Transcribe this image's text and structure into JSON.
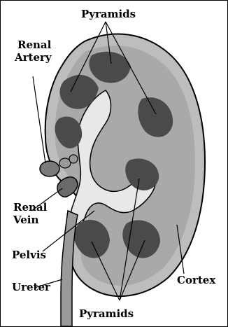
{
  "labels": {
    "pyramids_top": "Pyramids",
    "renal_artery_line1": "Renal",
    "renal_artery_line2": "Artery",
    "renal_vein_line1": "Renal",
    "renal_vein_line2": "Vein",
    "pelvis": "Pelvis",
    "ureter": "Ureter",
    "cortex": "Cortex",
    "pyramids_bottom": "Pyramids"
  },
  "colors": {
    "ink": "#000000",
    "cortex": "#bdbdbd",
    "pyramid": "#4a4a4a",
    "cavity": "#e8e8e8"
  }
}
